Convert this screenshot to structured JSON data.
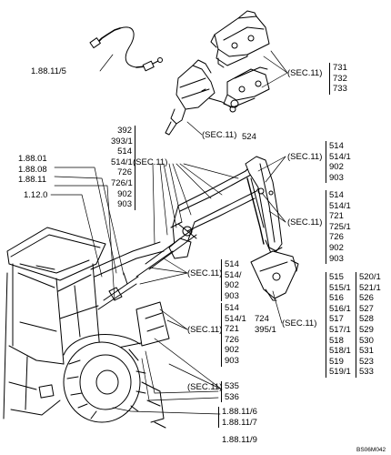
{
  "figure_code": "BS06M042",
  "refs": {
    "cable": "1.88.11/5",
    "left_stack": [
      "1.88.01",
      "1.88.08",
      "1.88.11"
    ],
    "frame": "1.12.0",
    "bottom_1": "1.88.11/6",
    "bottom_2": "1.88.11/7",
    "bottom_3": "1.88.11/9"
  },
  "callouts": {
    "quick_coupler": {
      "label": "(SEC.11)",
      "parts": [
        "731",
        "732",
        "733"
      ]
    },
    "breaker": {
      "label": "(SEC.11)",
      "parts": [
        "524"
      ]
    },
    "boom": {
      "label": "(SEC.11)",
      "parts": [
        "392",
        "393/1",
        "514",
        "514/1",
        "726",
        "726/1",
        "902",
        "903"
      ]
    },
    "dipper_top": {
      "label": "(SEC.11)",
      "parts": [
        "514",
        "514/1",
        "902",
        "903"
      ]
    },
    "dipper_mid": {
      "label": "(SEC.11)",
      "parts": [
        "514",
        "514/1",
        "721",
        "725/1",
        "726",
        "902",
        "903"
      ]
    },
    "boom_cylinder": {
      "label": "(SEC.11)",
      "parts": [
        "514",
        "514/",
        "902",
        "903"
      ]
    },
    "swing": {
      "label": "(SEC.11)",
      "parts": [
        "514",
        "514/1",
        "721",
        "726",
        "902",
        "903"
      ],
      "extra": [
        "724",
        "395/1"
      ]
    },
    "bucket": {
      "label": "(SEC.11)",
      "col1": [
        "515",
        "515/1",
        "516",
        "516/1",
        "517",
        "517/1",
        "518",
        "518/1",
        "519",
        "519/1"
      ],
      "col2": [
        "520/1",
        "521/1",
        "526",
        "527",
        "528",
        "529",
        "530",
        "531",
        "523",
        "533"
      ]
    },
    "lower": {
      "label": "(SEC.11)",
      "parts": [
        "535",
        "536"
      ]
    }
  }
}
